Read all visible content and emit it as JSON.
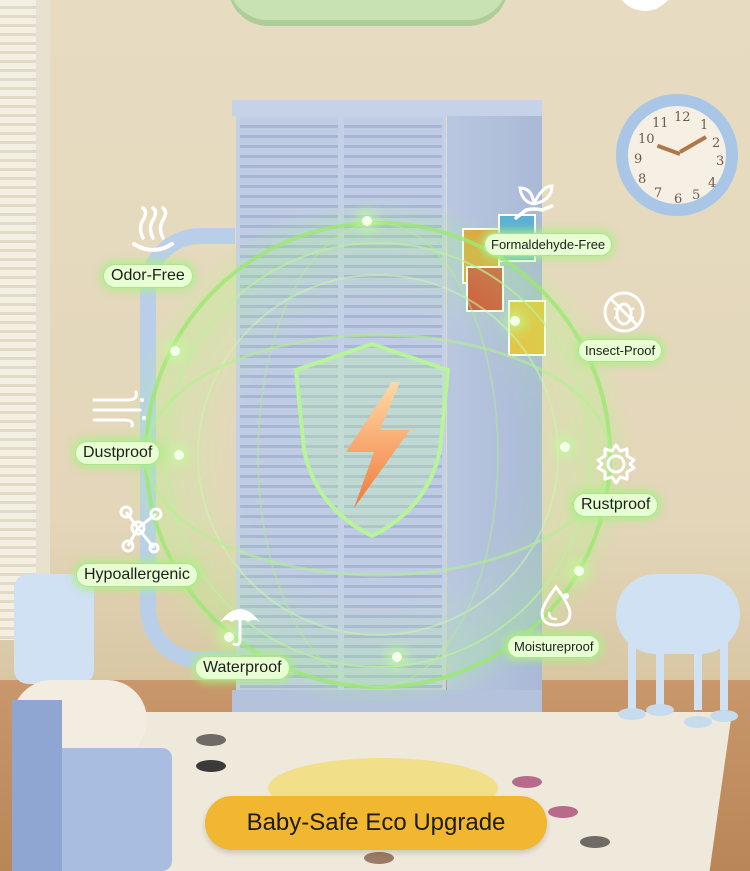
{
  "clock": {
    "numerals": [
      "12",
      "1",
      "2",
      "3",
      "4",
      "5",
      "6",
      "7",
      "8",
      "9",
      "10",
      "11"
    ]
  },
  "center_badge": {
    "icon": "lightning-shield-icon"
  },
  "features": [
    {
      "id": "odor-free",
      "label": "Odor-Free",
      "icon": "steam-icon"
    },
    {
      "id": "formaldehyde-free",
      "label": "Formaldehyde-Free",
      "icon": "leaf-hand-icon"
    },
    {
      "id": "insect-proof",
      "label": "Insect-Proof",
      "icon": "bug-icon"
    },
    {
      "id": "dustproof",
      "label": "Dustproof",
      "icon": "wind-icon"
    },
    {
      "id": "rustproof",
      "label": "Rustproof",
      "icon": "gear-icon"
    },
    {
      "id": "hypoallergenic",
      "label": "Hypoallergenic",
      "icon": "molecule-icon"
    },
    {
      "id": "waterproof",
      "label": "Waterproof",
      "icon": "umbrella-icon"
    },
    {
      "id": "moistureproof",
      "label": "Moistureproof",
      "icon": "water-drop-icon"
    }
  ],
  "cta": {
    "label": "Baby-Safe Eco Upgrade"
  },
  "colors": {
    "accent_green": "#9be870",
    "pill_fill": "#e7ffd2",
    "cta_yellow": "#f2b730",
    "wardrobe_blue": "#b9c7e0"
  }
}
